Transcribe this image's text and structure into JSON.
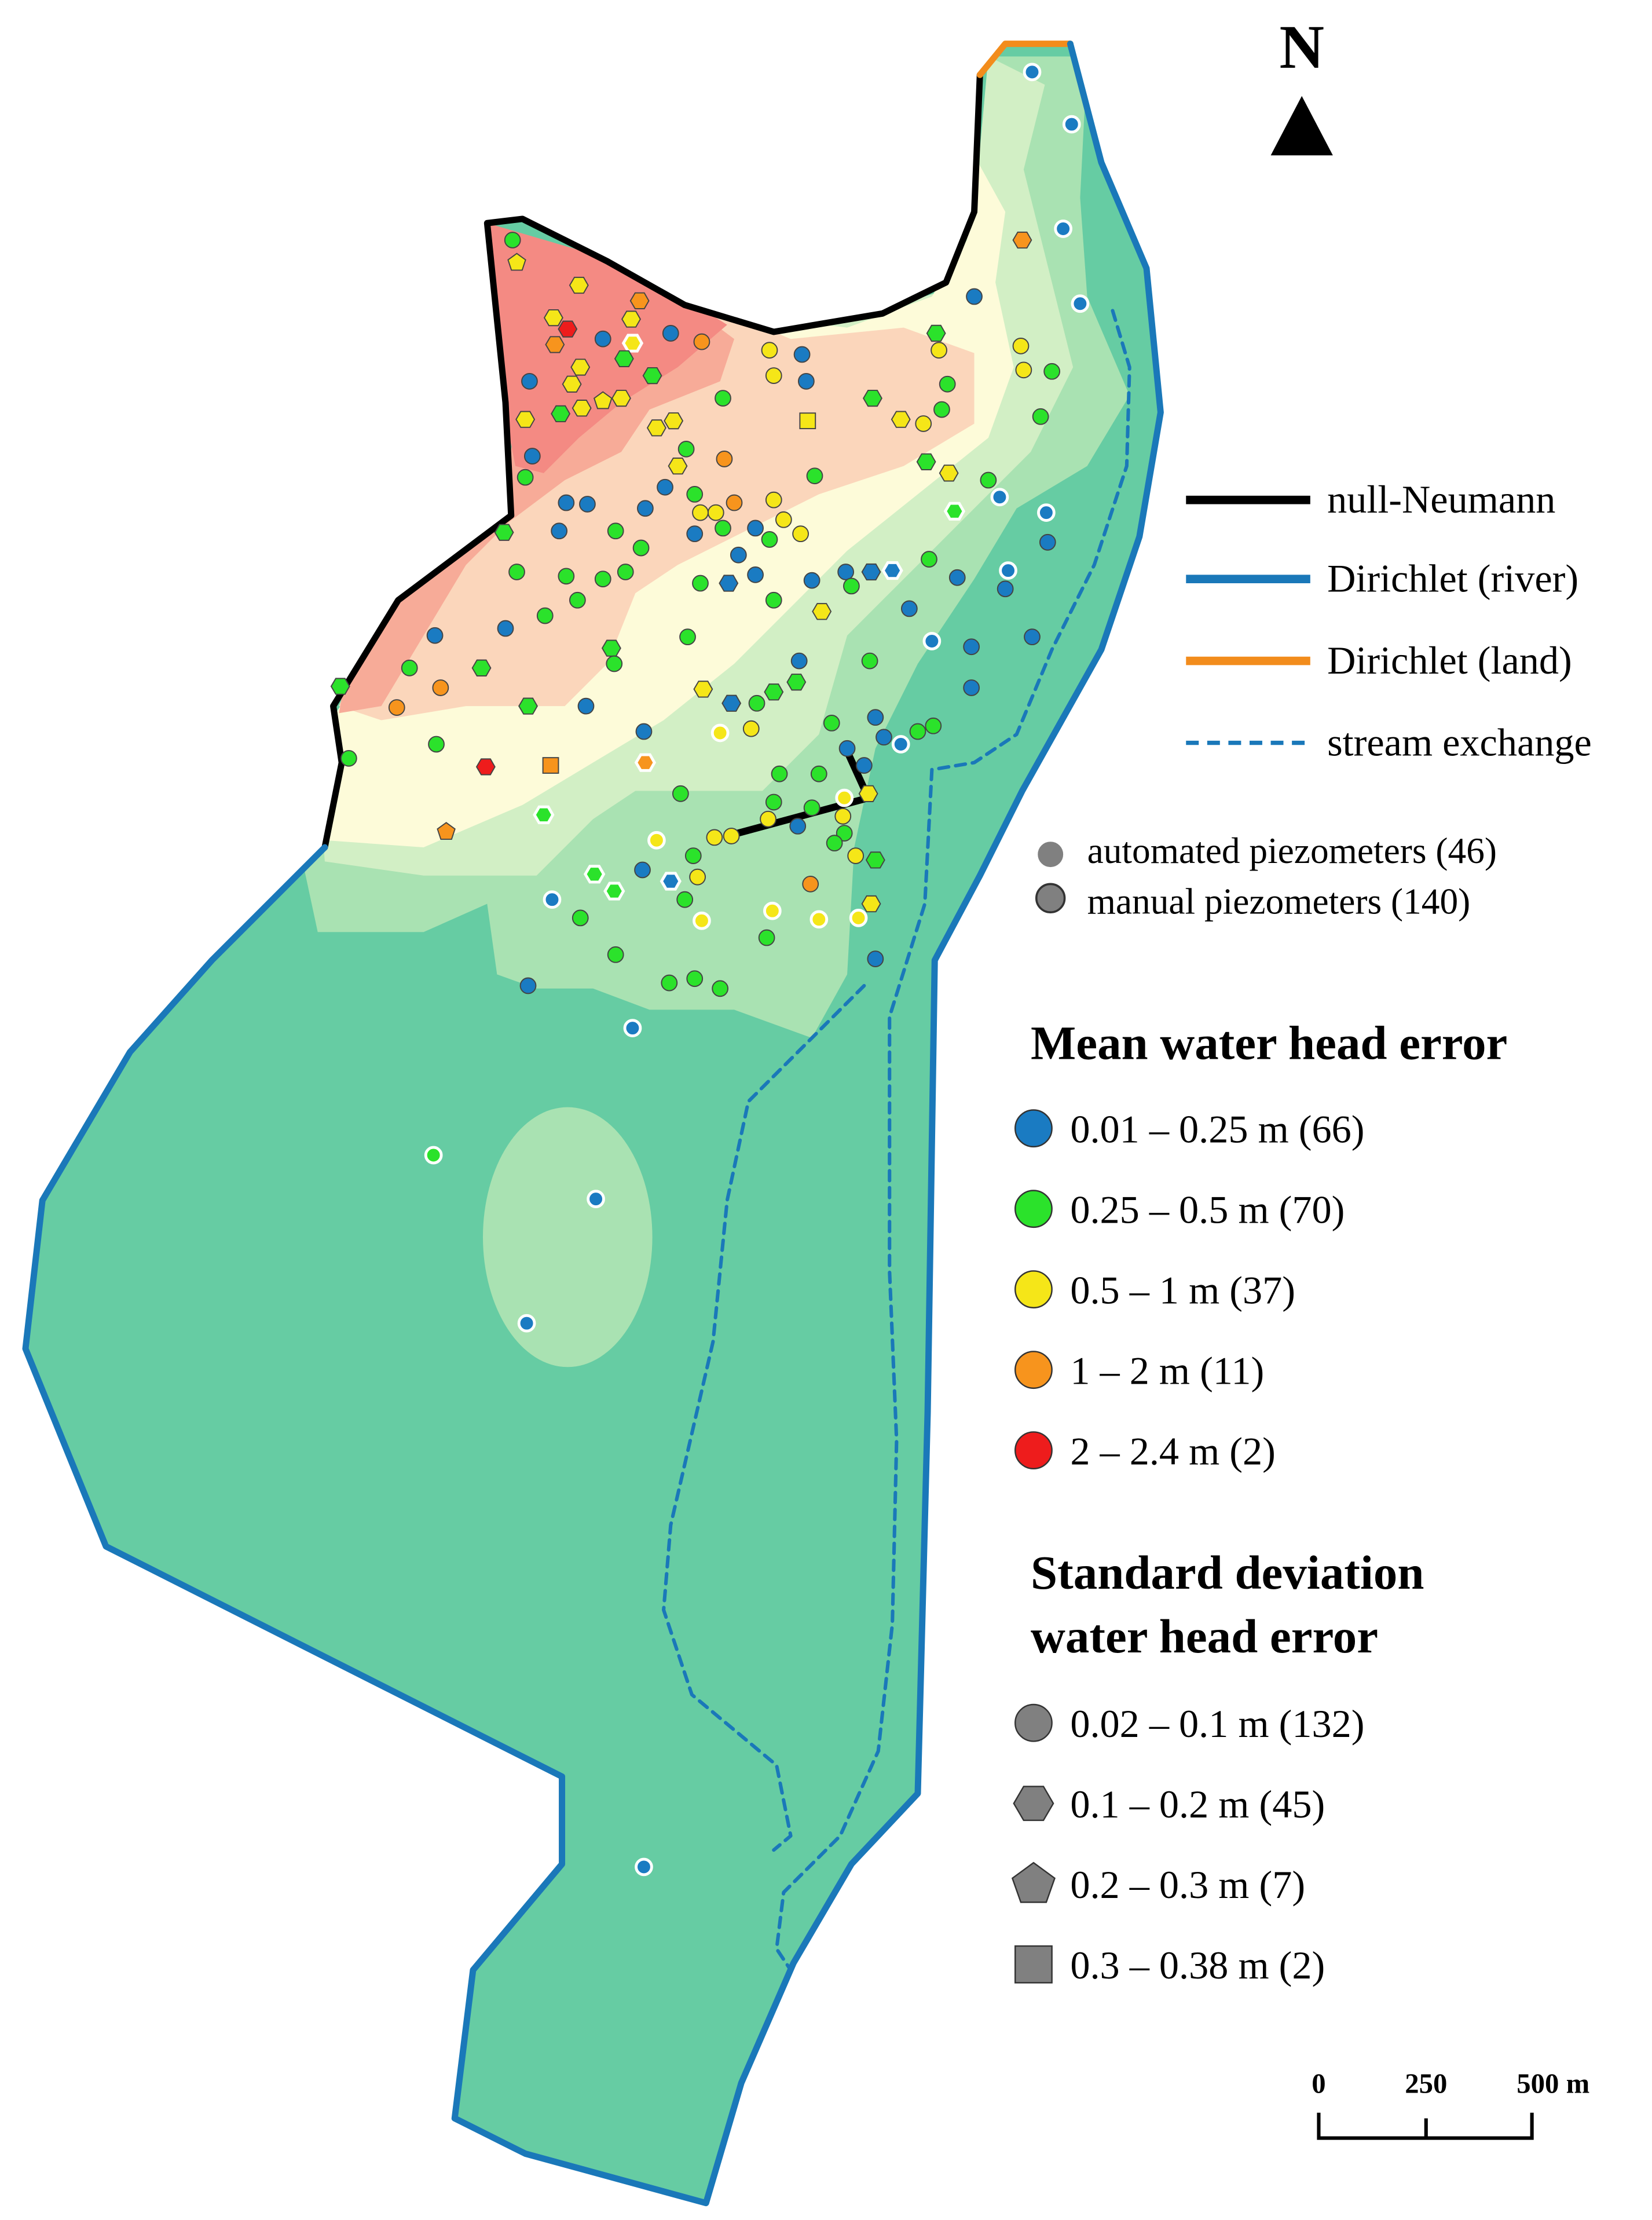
{
  "north_arrow": {
    "label": "N"
  },
  "boundaries": {
    "items": [
      {
        "label": "null-Neumann",
        "color": "#000000",
        "style": "solid"
      },
      {
        "label": "Dirichlet (river)",
        "color": "#1a78b9",
        "style": "solid"
      },
      {
        "label": "Dirichlet (land)",
        "color": "#f28c1c",
        "style": "solid"
      },
      {
        "label": "stream exchange",
        "color": "#1a78b9",
        "style": "dashed"
      }
    ]
  },
  "piezometers": {
    "items": [
      {
        "label": "automated piezometers (46)",
        "outline": "#ffffff"
      },
      {
        "label": "manual piezometers (140)",
        "outline": "#333333"
      }
    ]
  },
  "mean_error": {
    "title": "Mean water head error",
    "items": [
      {
        "label": "0.01 – 0.25 m (66)",
        "color": "#1a7bc2"
      },
      {
        "label": "0.25 – 0.5 m (70)",
        "color": "#2be22b"
      },
      {
        "label": "0.5 – 1 m (37)",
        "color": "#f5e618"
      },
      {
        "label": "1 – 2 m (11)",
        "color": "#f7941d"
      },
      {
        "label": "2 – 2.4 m (2)",
        "color": "#ee1c1c"
      }
    ]
  },
  "std_error": {
    "title_line1": "Standard deviation",
    "title_line2": "water head error",
    "items": [
      {
        "label": "0.02 – 0.1 m (132)",
        "shape": "circle"
      },
      {
        "label": "0.1 – 0.2 m (45)",
        "shape": "hexagon"
      },
      {
        "label": "0.2 – 0.3 m (7)",
        "shape": "pentagon"
      },
      {
        "label": "0.3 – 0.38 m (2)",
        "shape": "square"
      }
    ]
  },
  "scale_bar": {
    "labels": [
      "0",
      "250",
      "500 m"
    ]
  },
  "colors": {
    "base_fill": "#66cca3",
    "light_green": "#a9e2b2",
    "pale_green": "#d2efc5",
    "cream": "#fdfbd9",
    "peach": "#fbd6bb",
    "salmon": "#f7ab98",
    "red_zone": "#f48a83"
  }
}
